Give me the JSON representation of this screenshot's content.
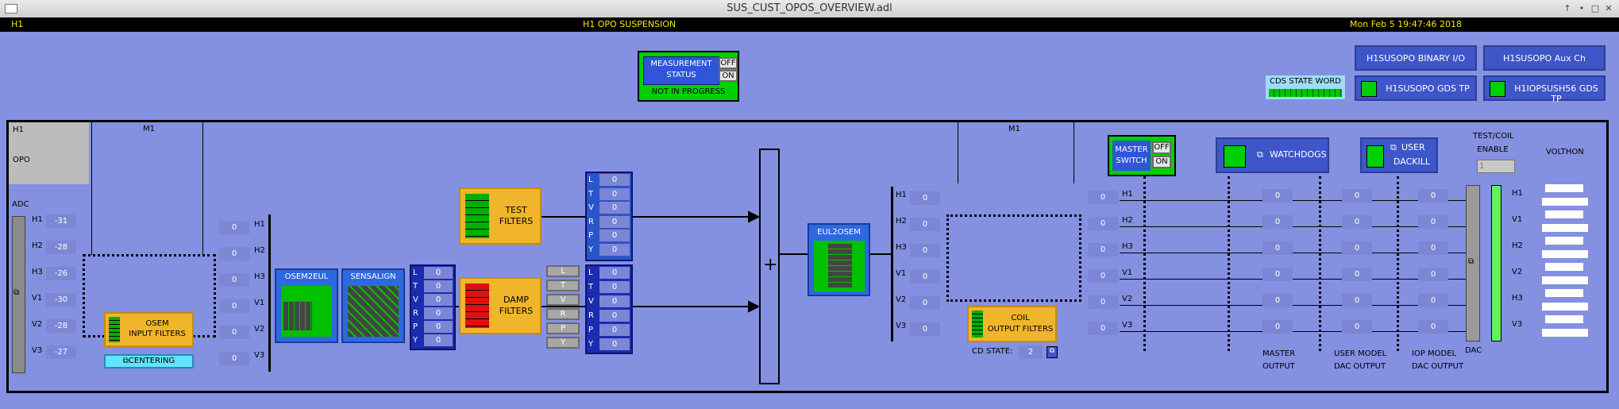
{
  "window": {
    "title": "SUS_CUST_OPOS_OVERVIEW.adl"
  },
  "header": {
    "left": "H1",
    "center": "H1 OPO SUSPENSION",
    "right": "Mon Feb  5 19:47:46 2018"
  },
  "measurement": {
    "label_line1": "MEASUREMENT",
    "label_line2": "STATUS",
    "off": "OFF",
    "on": "ON",
    "status": "NOT IN PROGRESS"
  },
  "cds": {
    "label": "CDS STATE WORD"
  },
  "top_buttons": {
    "binary_io": "H1SUSOPO BINARY I/O",
    "aux": "H1SUSOPO Aux Ch",
    "gds_tp": "H1SUSOPO GDS TP",
    "iop_gds_tp": "H1IOPSUSH56 GDS TP"
  },
  "panel": {
    "id_top": "H1",
    "id_sub": "OPO",
    "m1_left": "M1",
    "m1_right": "M1",
    "adc": "ADC"
  },
  "adc": {
    "labels": [
      "H1",
      "H2",
      "H3",
      "V1",
      "V2",
      "V3"
    ],
    "values": [
      "-31",
      "-28",
      "-26",
      "-30",
      "-28",
      "-27"
    ]
  },
  "osem_input": {
    "line1": "OSEM",
    "line2": "INPUT FILTERS",
    "centering": "CENTERING"
  },
  "osem_out": {
    "labels": [
      "H1",
      "H2",
      "H3",
      "V1",
      "V2",
      "V3"
    ],
    "values": [
      "0",
      "0",
      "0",
      "0",
      "0",
      "0"
    ]
  },
  "osem2eul": {
    "label": "OSEM2EUL"
  },
  "sensalign": {
    "label": "SENSALIGN"
  },
  "dofs": [
    "L",
    "T",
    "V",
    "R",
    "P",
    "Y"
  ],
  "dof_vals_a": [
    "0",
    "0",
    "0",
    "0",
    "0",
    "0"
  ],
  "test_filters": {
    "line1": "TEST",
    "line2": "FILTERS"
  },
  "test_vals": [
    "0",
    "0",
    "0",
    "0",
    "0",
    "0"
  ],
  "damp_filters": {
    "line1": "DAMP",
    "line2": "FILTERS"
  },
  "damp_vals": [
    "0",
    "0",
    "0",
    "0",
    "0",
    "0"
  ],
  "eul2osem": {
    "label": "EUL2OSEM"
  },
  "eul_out": {
    "labels": [
      "H1",
      "H2",
      "H3",
      "V1",
      "V2",
      "V3"
    ],
    "values": [
      "0",
      "0",
      "0",
      "0",
      "0",
      "0"
    ]
  },
  "coil": {
    "line1": "COIL",
    "line2": "OUTPUT FILTERS",
    "cd_state_label": "CD STATE:",
    "cd_state": "2"
  },
  "master_switch": {
    "line1": "MASTER",
    "line2": "SWITCH",
    "off": "OFF",
    "on": "ON"
  },
  "watchdogs": {
    "label": "WATCHDOGS"
  },
  "user_dackill": {
    "line1": "USER",
    "line2": "DACKILL"
  },
  "test_coil": {
    "line1": "TEST/COIL",
    "line2": "ENABLE",
    "value": "1"
  },
  "volthon": {
    "label": "VOLTHON"
  },
  "coil_rows": {
    "labels": [
      "H1",
      "H2",
      "H3",
      "V1",
      "V2",
      "V3"
    ],
    "in_vals": [
      "0",
      "0",
      "0",
      "0",
      "0",
      "0"
    ],
    "master": [
      "0",
      "0",
      "0",
      "0",
      "0",
      "0"
    ],
    "user": [
      "0",
      "0",
      "0",
      "0",
      "0",
      "0"
    ],
    "iop": [
      "0",
      "0",
      "0",
      "0",
      "0",
      "0"
    ],
    "dac_labels": [
      "H1",
      "V1",
      "H2",
      "V2",
      "H3",
      "V3"
    ]
  },
  "footer_labels": {
    "master_output_1": "MASTER",
    "master_output_2": "OUTPUT",
    "user_dac_1": "USER MODEL",
    "user_dac_2": "DAC OUTPUT",
    "iop_dac_1": "IOP MODEL",
    "iop_dac_2": "DAC OUTPUT",
    "dac": "DAC"
  },
  "colors": {
    "background": "#8490e0",
    "header_text": "#f4e800",
    "indicator_green": "#00d000",
    "filter_orange": "#f0b52a"
  }
}
